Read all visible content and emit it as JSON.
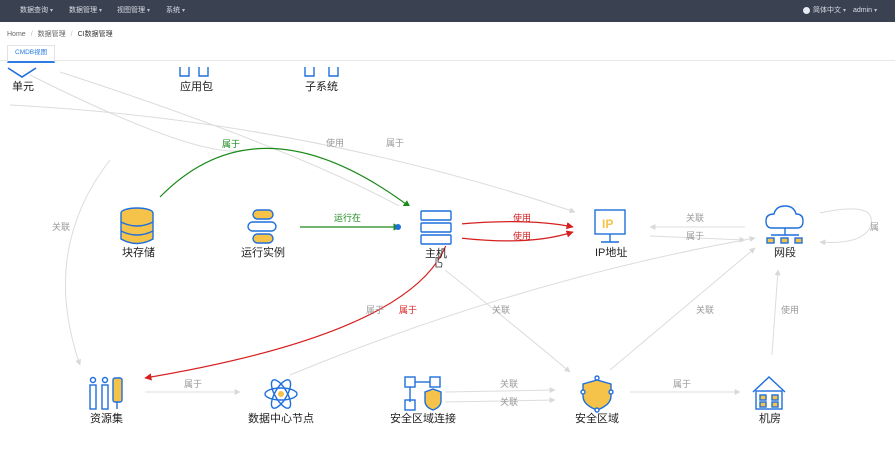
{
  "topbar": {
    "menus": [
      "数据查询",
      "数据管理",
      "视图管理",
      "系统"
    ],
    "language": "简体中文",
    "user": "admin"
  },
  "breadcrumb": [
    "Home",
    "数据管理",
    "CI数据管理"
  ],
  "tabs": [
    "CMDB视图"
  ],
  "graph": {
    "nodes": {
      "unit": "单元",
      "app_package": "应用包",
      "subsystem": "子系统",
      "block_storage": "块存储",
      "runtime_instance": "运行实例",
      "host": "主机",
      "ip_address": "IP地址",
      "network_segment": "网段",
      "resource_set": "资源集",
      "dc_node": "数据中心节点",
      "security_zone_link": "安全区域连接",
      "security_zone": "安全区域",
      "machine_room": "机房"
    },
    "edges": {
      "belongs": "属于",
      "uses": "使用",
      "relates": "关联",
      "runs_on": "运行在",
      "partial_belongs": "属"
    },
    "colors": {
      "icon": "#1e6fdc",
      "icon_fill": "#f5c24a",
      "green": "#1a8a1a",
      "red": "#d62020",
      "gray": "#d9d9d9"
    }
  }
}
